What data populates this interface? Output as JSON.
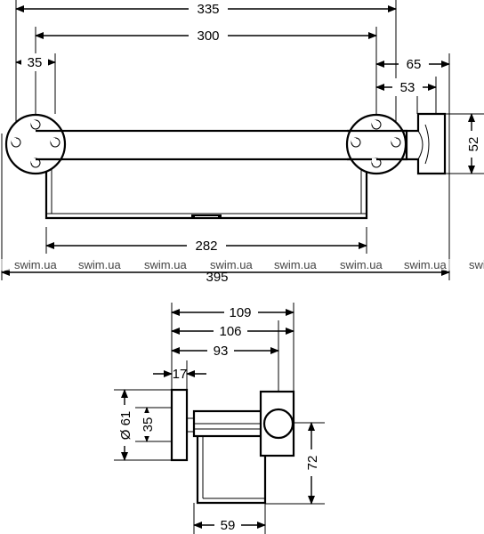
{
  "top_view": {
    "dimensions": [
      "335",
      "300",
      "35",
      "65",
      "53",
      "52",
      "282",
      "395"
    ]
  },
  "side_view": {
    "dimensions": [
      "109",
      "106",
      "93",
      "17",
      "Ø 61",
      "35",
      "72",
      "59"
    ]
  },
  "watermark": {
    "items": [
      "swim.ua",
      "swim.ua",
      "swim.ua",
      "swim.ua",
      "swim.ua",
      "swim.ua",
      "swim.ua",
      "swim.ua"
    ]
  }
}
